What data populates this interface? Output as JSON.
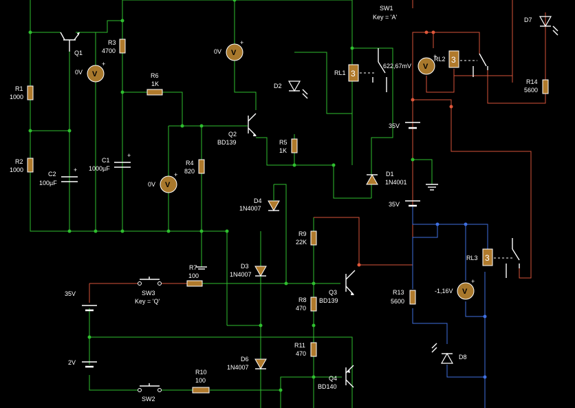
{
  "components": {
    "r1": {
      "name": "R1",
      "value": "1000"
    },
    "r2": {
      "name": "R2",
      "value": "1000"
    },
    "c2": {
      "name": "C2",
      "value": "100µF"
    },
    "q1": {
      "name": "Q1"
    },
    "r3": {
      "name": "R3",
      "value": "4700"
    },
    "c1": {
      "name": "C1",
      "value": "1000µF"
    },
    "r6": {
      "name": "R6",
      "value": "1K"
    },
    "r4": {
      "name": "R4",
      "value": "820"
    },
    "q2": {
      "name": "Q2",
      "model": "BD139"
    },
    "d2": {
      "name": "D2"
    },
    "r5": {
      "name": "R5",
      "value": "1K"
    },
    "rl1": {
      "name": "RL1"
    },
    "sw1": {
      "name": "SW1",
      "key": "Key = 'A'"
    },
    "d1": {
      "name": "D1",
      "model": "1N4001"
    },
    "rl2": {
      "name": "RL2"
    },
    "d7": {
      "name": "D7"
    },
    "r14": {
      "name": "R14",
      "value": "5600"
    },
    "d4": {
      "name": "D4",
      "model": "1N4007"
    },
    "d3": {
      "name": "D3",
      "model": "1N4007"
    },
    "d6": {
      "name": "D6",
      "model": "1N4007"
    },
    "r7": {
      "name": "R7",
      "value": "100"
    },
    "sw3": {
      "name": "SW3",
      "key": "Key = 'Q'"
    },
    "r9": {
      "name": "R9",
      "value": "22K"
    },
    "q3": {
      "name": "Q3",
      "model": "BD139"
    },
    "r8": {
      "name": "R8",
      "value": "470"
    },
    "r11": {
      "name": "R11",
      "value": "470"
    },
    "q4": {
      "name": "Q4",
      "model": "BD140"
    },
    "r10": {
      "name": "R10",
      "value": "100"
    },
    "sw2": {
      "name": "SW2"
    },
    "rl3": {
      "name": "RL3"
    },
    "r13": {
      "name": "R13",
      "value": "5600"
    },
    "d8": {
      "name": "D8"
    }
  },
  "sources": {
    "batt_top": "35V",
    "batt_mid": "35V",
    "batt_left": "35V",
    "batt_2v": "2V"
  },
  "meters": {
    "m1": {
      "symbol": "V",
      "reading": "0V"
    },
    "m2": {
      "symbol": "V",
      "reading": "0V"
    },
    "m3": {
      "symbol": "V",
      "reading": "0V"
    },
    "m4": {
      "symbol": "V",
      "reading": "622,67mV"
    },
    "m5": {
      "symbol": "V",
      "reading": ""
    },
    "m6": {
      "symbol": "V",
      "reading": "-1,16V"
    }
  },
  "colors": {
    "background": "#000000",
    "wire_green": "#2fbf2f",
    "wire_red": "#d8553a",
    "wire_blue": "#3f6fe0",
    "component": "#b07a2c",
    "text": "#ffffff"
  }
}
